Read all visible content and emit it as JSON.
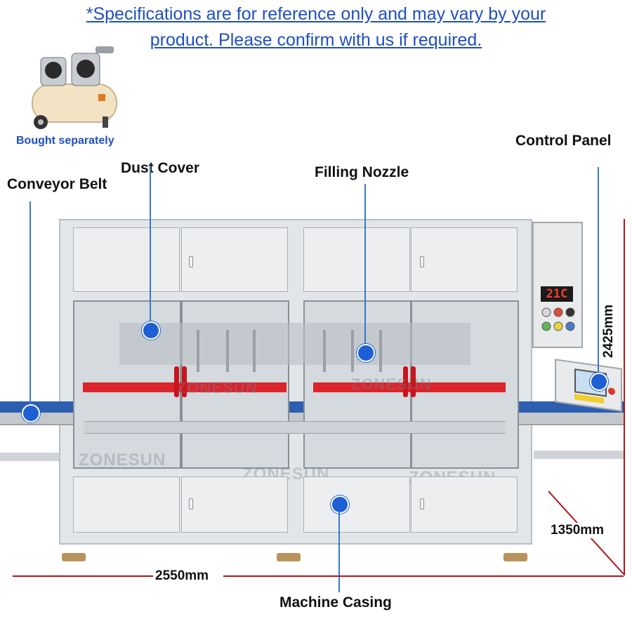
{
  "disclaimer": {
    "line1": "*Specifications are for reference only and may vary by your",
    "line2": "product. Please confirm with us if required."
  },
  "labels": {
    "bought_separately": "Bought separately",
    "control_panel": "Control Panel",
    "dust_cover": "Dust Cover",
    "filling_nozzle": "Filling Nozzle",
    "conveyor_belt": "Conveyor Belt",
    "machine_casing": "Machine Casing"
  },
  "dimensions": {
    "height": "2425mm",
    "depth": "1350mm",
    "width": "2550mm"
  },
  "display": {
    "readout": "21C"
  },
  "watermark": "ZONESUN",
  "colors": {
    "accent_blue": "#1f4fc2",
    "marker_blue": "#1f5fd6",
    "dimension_red": "#b3121a",
    "guard_red": "#d9252b"
  }
}
